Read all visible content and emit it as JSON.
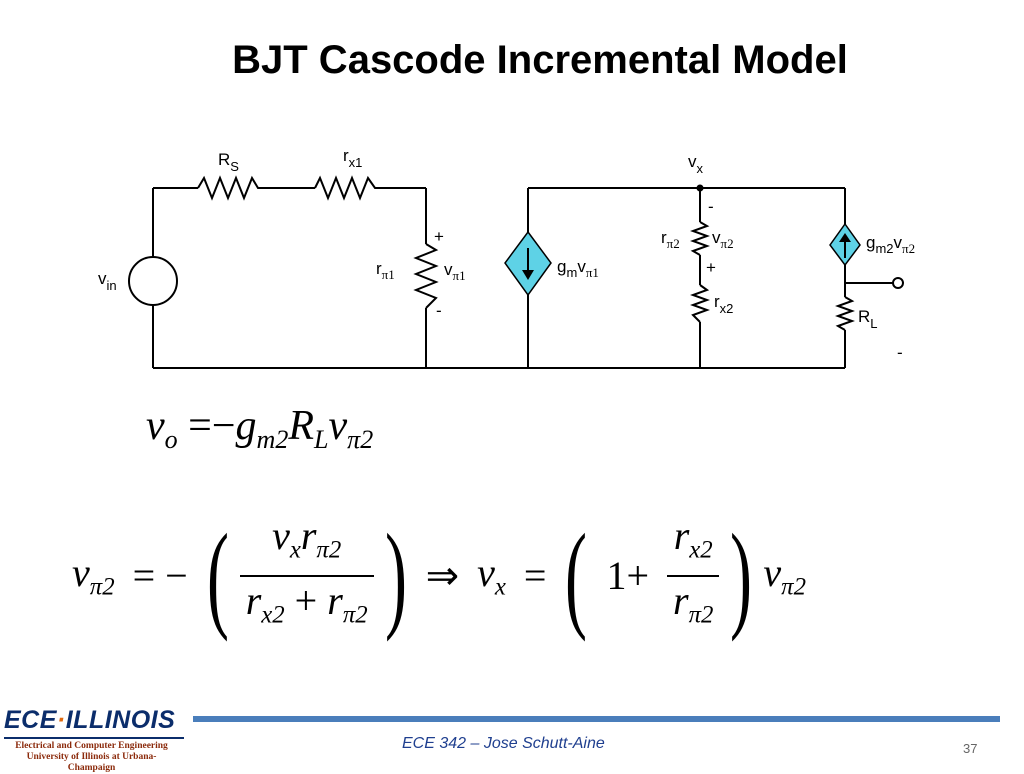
{
  "slide": {
    "title": "BJT Cascode Incremental Model",
    "footer": "ECE 342 – Jose Schutt-Aine",
    "page_number": "37"
  },
  "logo": {
    "wordmark_prefix": "ECE",
    "wordmark_dot": "·",
    "wordmark_suffix": "ILLINOIS",
    "line1": "Electrical and Computer Engineering",
    "line2": "University of Illinois at Urbana-Champaign"
  },
  "circuit": {
    "labels": {
      "source": "v",
      "source_sub": "in",
      "rs": "R",
      "rs_sub": "S",
      "rx1": "r",
      "rx1_sub": "x1",
      "rpi1": "r",
      "rpi1_sub": "π1",
      "vpi1": "v",
      "vpi1_sub": "π1",
      "vpi1_plus": "+",
      "vpi1_minus": "-",
      "gm": "g",
      "gm_sub": "m",
      "gm_v": "v",
      "gm_v_sub": "π1",
      "vx": "v",
      "vx_sub": "x",
      "rpi2": "r",
      "rpi2_sub": "π2",
      "vpi2": "v",
      "vpi2_sub": "π2",
      "vpi2_minus": "-",
      "vpi2_plus": "+",
      "rx2": "r",
      "rx2_sub": "x2",
      "gm2": "g",
      "gm2_sub": "m2",
      "gm2_v": "v",
      "gm2_v_sub": "π2",
      "rl": "R",
      "rl_sub": "L",
      "out_minus": "-"
    },
    "colors": {
      "source_fill": "#5ed2e6",
      "wire": "#000000"
    }
  },
  "equations": {
    "eq1": {
      "lhs": "v",
      "lhs_sub": "o",
      "eq": "=",
      "minus": "−",
      "g": "g",
      "g_sub": "m2",
      "R": "R",
      "R_sub": "L",
      "v": "v",
      "v_sub": "π2"
    },
    "eq2": {
      "lhs": "v",
      "lhs_sub": "π2",
      "eq_minus": "= −",
      "num_v": "v",
      "num_v_sub": "x",
      "num_r": "r",
      "num_r_sub": "π2",
      "den_r1": "r",
      "den_r1_sub": "x2",
      "den_plus": "+",
      "den_r2": "r",
      "den_r2_sub": "π2",
      "implies": "⇒",
      "vx": "v",
      "vx_sub": "x",
      "eq2": "=",
      "one": "1+",
      "f_num": "r",
      "f_num_sub": "x2",
      "f_den": "r",
      "f_den_sub": "π2",
      "rhs": "v",
      "rhs_sub": "π2"
    }
  }
}
